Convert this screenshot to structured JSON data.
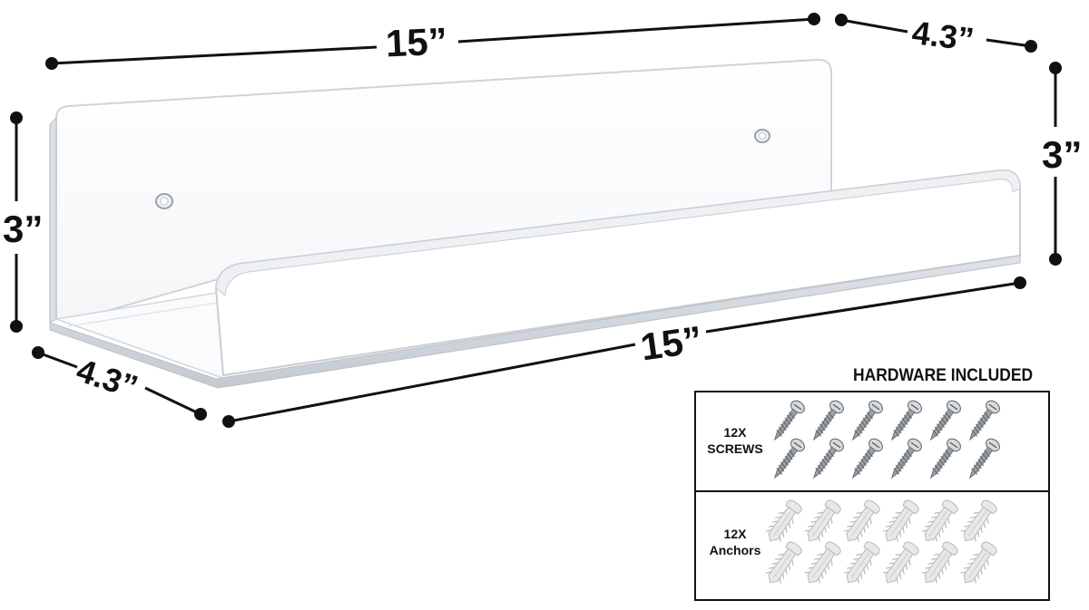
{
  "dimensions": {
    "top_length": "15”",
    "top_depth": "4.3”",
    "right_height": "3”",
    "left_height": "3”",
    "front_length": "15”",
    "front_depth": "4.3”"
  },
  "hardware": {
    "title": "HARDWARE INCLUDED",
    "screws": {
      "count_label": "12X",
      "name_label": "SCREWS",
      "quantity": 12
    },
    "anchors": {
      "count_label": "12X",
      "name_label": "Anchors",
      "quantity": 12
    }
  },
  "colors": {
    "dimension_line": "#111111",
    "shelf_edge": "#c9ced3",
    "screw_metal": "#9aa0a6",
    "anchor_plastic": "#e8e8e8"
  }
}
